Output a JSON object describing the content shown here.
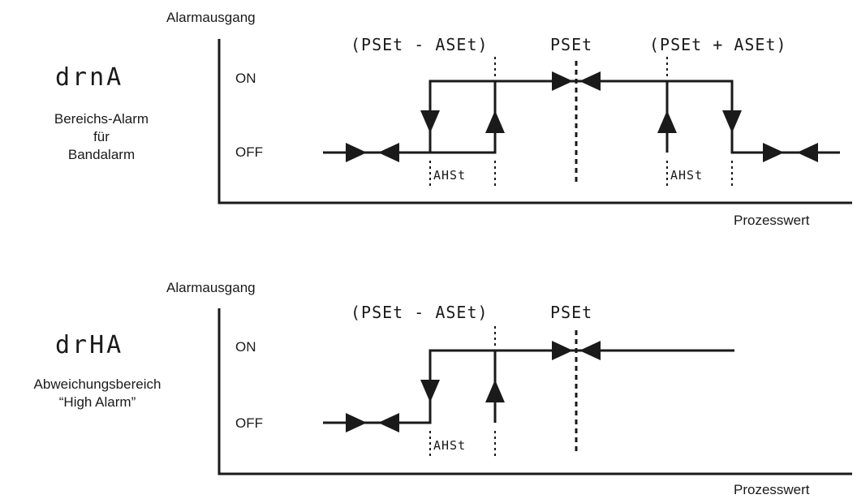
{
  "colors": {
    "ink": "#1a1a1a",
    "background": "#ffffff"
  },
  "diagrams": [
    {
      "mode_code": "drnA",
      "description": [
        "Bereichs-Alarm",
        "für",
        "Bandalarm"
      ],
      "y_axis_label": "Alarmausgang",
      "x_axis_label": "Prozesswert",
      "state_on": "ON",
      "state_off": "OFF",
      "formula_low": "(PSEt - ASEt)",
      "setpoint": "PSEt",
      "formula_high": "(PSEt + ASEt)",
      "hysteresis": [
        "AHSt",
        "AHSt"
      ]
    },
    {
      "mode_code": "drHA",
      "description": [
        "Abweichungsbereich",
        "“High Alarm”"
      ],
      "y_axis_label": "Alarmausgang",
      "x_axis_label": "Prozesswert",
      "state_on": "ON",
      "state_off": "OFF",
      "formula_low": "(PSEt - ASEt)",
      "setpoint": "PSEt",
      "hysteresis": [
        "AHSt"
      ]
    }
  ]
}
